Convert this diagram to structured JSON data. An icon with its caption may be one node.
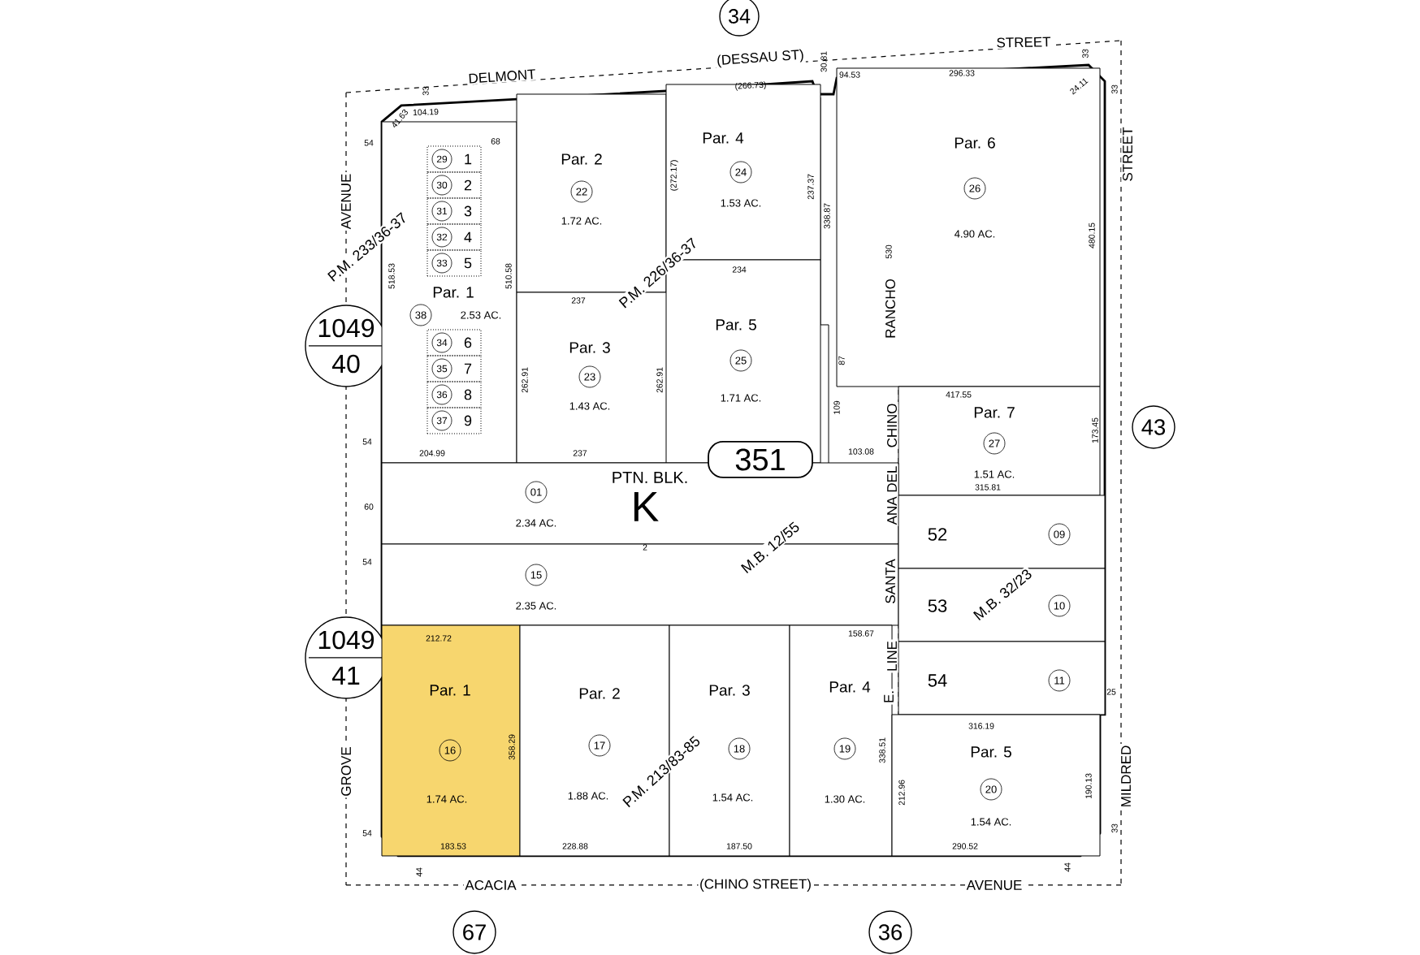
{
  "diagram": {
    "nodes": [
      {
        "text": [
          "34"
        ]
      },
      {
        "text": [
          "1049",
          "40"
        ]
      },
      {
        "text": [
          "43"
        ]
      },
      {
        "text": [
          "1049",
          "41"
        ]
      },
      {
        "text": [
          "67"
        ]
      },
      {
        "text": [
          "36"
        ]
      },
      {
        "text": [
          "351"
        ]
      },
      {
        "text": [
          "Par. 1",
          "38",
          "2.53 AC."
        ]
      },
      {
        "text": [
          "29",
          "1"
        ],
        "in": 7
      },
      {
        "text": [
          "30",
          "2"
        ],
        "in": 7
      },
      {
        "text": [
          "31",
          "3"
        ],
        "in": 7
      },
      {
        "text": [
          "32",
          "4"
        ],
        "in": 7
      },
      {
        "text": [
          "33",
          "5"
        ],
        "in": 7
      },
      {
        "text": [
          "34",
          "6"
        ],
        "in": 7
      },
      {
        "text": [
          "35",
          "7"
        ],
        "in": 7
      },
      {
        "text": [
          "36",
          "8"
        ],
        "in": 7
      },
      {
        "text": [
          "37",
          "9"
        ],
        "in": 7
      },
      {
        "text": [
          "Par. 2",
          "22",
          "1.72 AC."
        ]
      },
      {
        "text": [
          "Par. 3",
          "23",
          "1.43 AC."
        ]
      },
      {
        "text": [
          "Par. 4",
          "24",
          "1.53 AC."
        ]
      },
      {
        "text": [
          "Par. 5",
          "25",
          "1.71 AC."
        ]
      },
      {
        "text": [
          "Par. 6",
          "26",
          "4.90 AC."
        ]
      },
      {
        "text": [
          "Par. 7",
          "27",
          "1.51 AC."
        ]
      },
      {
        "text": [
          "01",
          "2.34 AC."
        ]
      },
      {
        "text": [
          "15",
          "2.35 AC."
        ]
      },
      {
        "text": [
          "52",
          "09"
        ]
      },
      {
        "text": [
          "53",
          "10"
        ]
      },
      {
        "text": [
          "54",
          "11"
        ]
      },
      {
        "text": [
          "Par. 1",
          "16",
          "1.74 AC."
        ]
      },
      {
        "text": [
          "Par. 2",
          "17",
          "1.88 AC."
        ]
      },
      {
        "text": [
          "Par. 3",
          "18",
          "1.54 AC."
        ]
      },
      {
        "text": [
          "Par. 4",
          "19",
          "1.30 AC."
        ]
      },
      {
        "text": [
          "Par. 5",
          "20",
          "1.54 AC."
        ]
      }
    ],
    "labels": [
      "DELMONT",
      "(DESSAU ST)",
      "STREET",
      "30.81",
      "(266.73)",
      "94.53",
      "296.33",
      "33",
      "24.11",
      "33",
      "41.63",
      "33",
      "104.19",
      "68",
      "STREET",
      "AVENUE",
      "P.M. 233/36-37",
      "54",
      "518.53",
      "510.58",
      "P.M. 226/36-37",
      "(272.17)",
      "237.37",
      "338.87",
      "234",
      "237",
      "262.91",
      "262.91",
      "480.15",
      "530",
      "RANCHO",
      "87",
      "417.55",
      "109",
      "173.45",
      "CHINO",
      "103.08",
      "54",
      "204.99",
      "237",
      "PTN. BLK.",
      "K",
      "2",
      "60",
      "315.81",
      "ANA DEL",
      "M.B. 12/55",
      "54",
      "SANTA",
      "M.B. 32/23",
      "158.67",
      "212.72",
      "LINE",
      "E.",
      "25",
      "358.29",
      "338.51",
      "212.96",
      "316.19",
      "190.13",
      "GROVE",
      "P.M. 213/83-85",
      "MILDRED",
      "54",
      "33",
      "183.53",
      "228.88",
      "187.50",
      "290.52",
      "44",
      "ACACIA",
      "(CHINO STREET)",
      "AVENUE",
      "44"
    ]
  }
}
